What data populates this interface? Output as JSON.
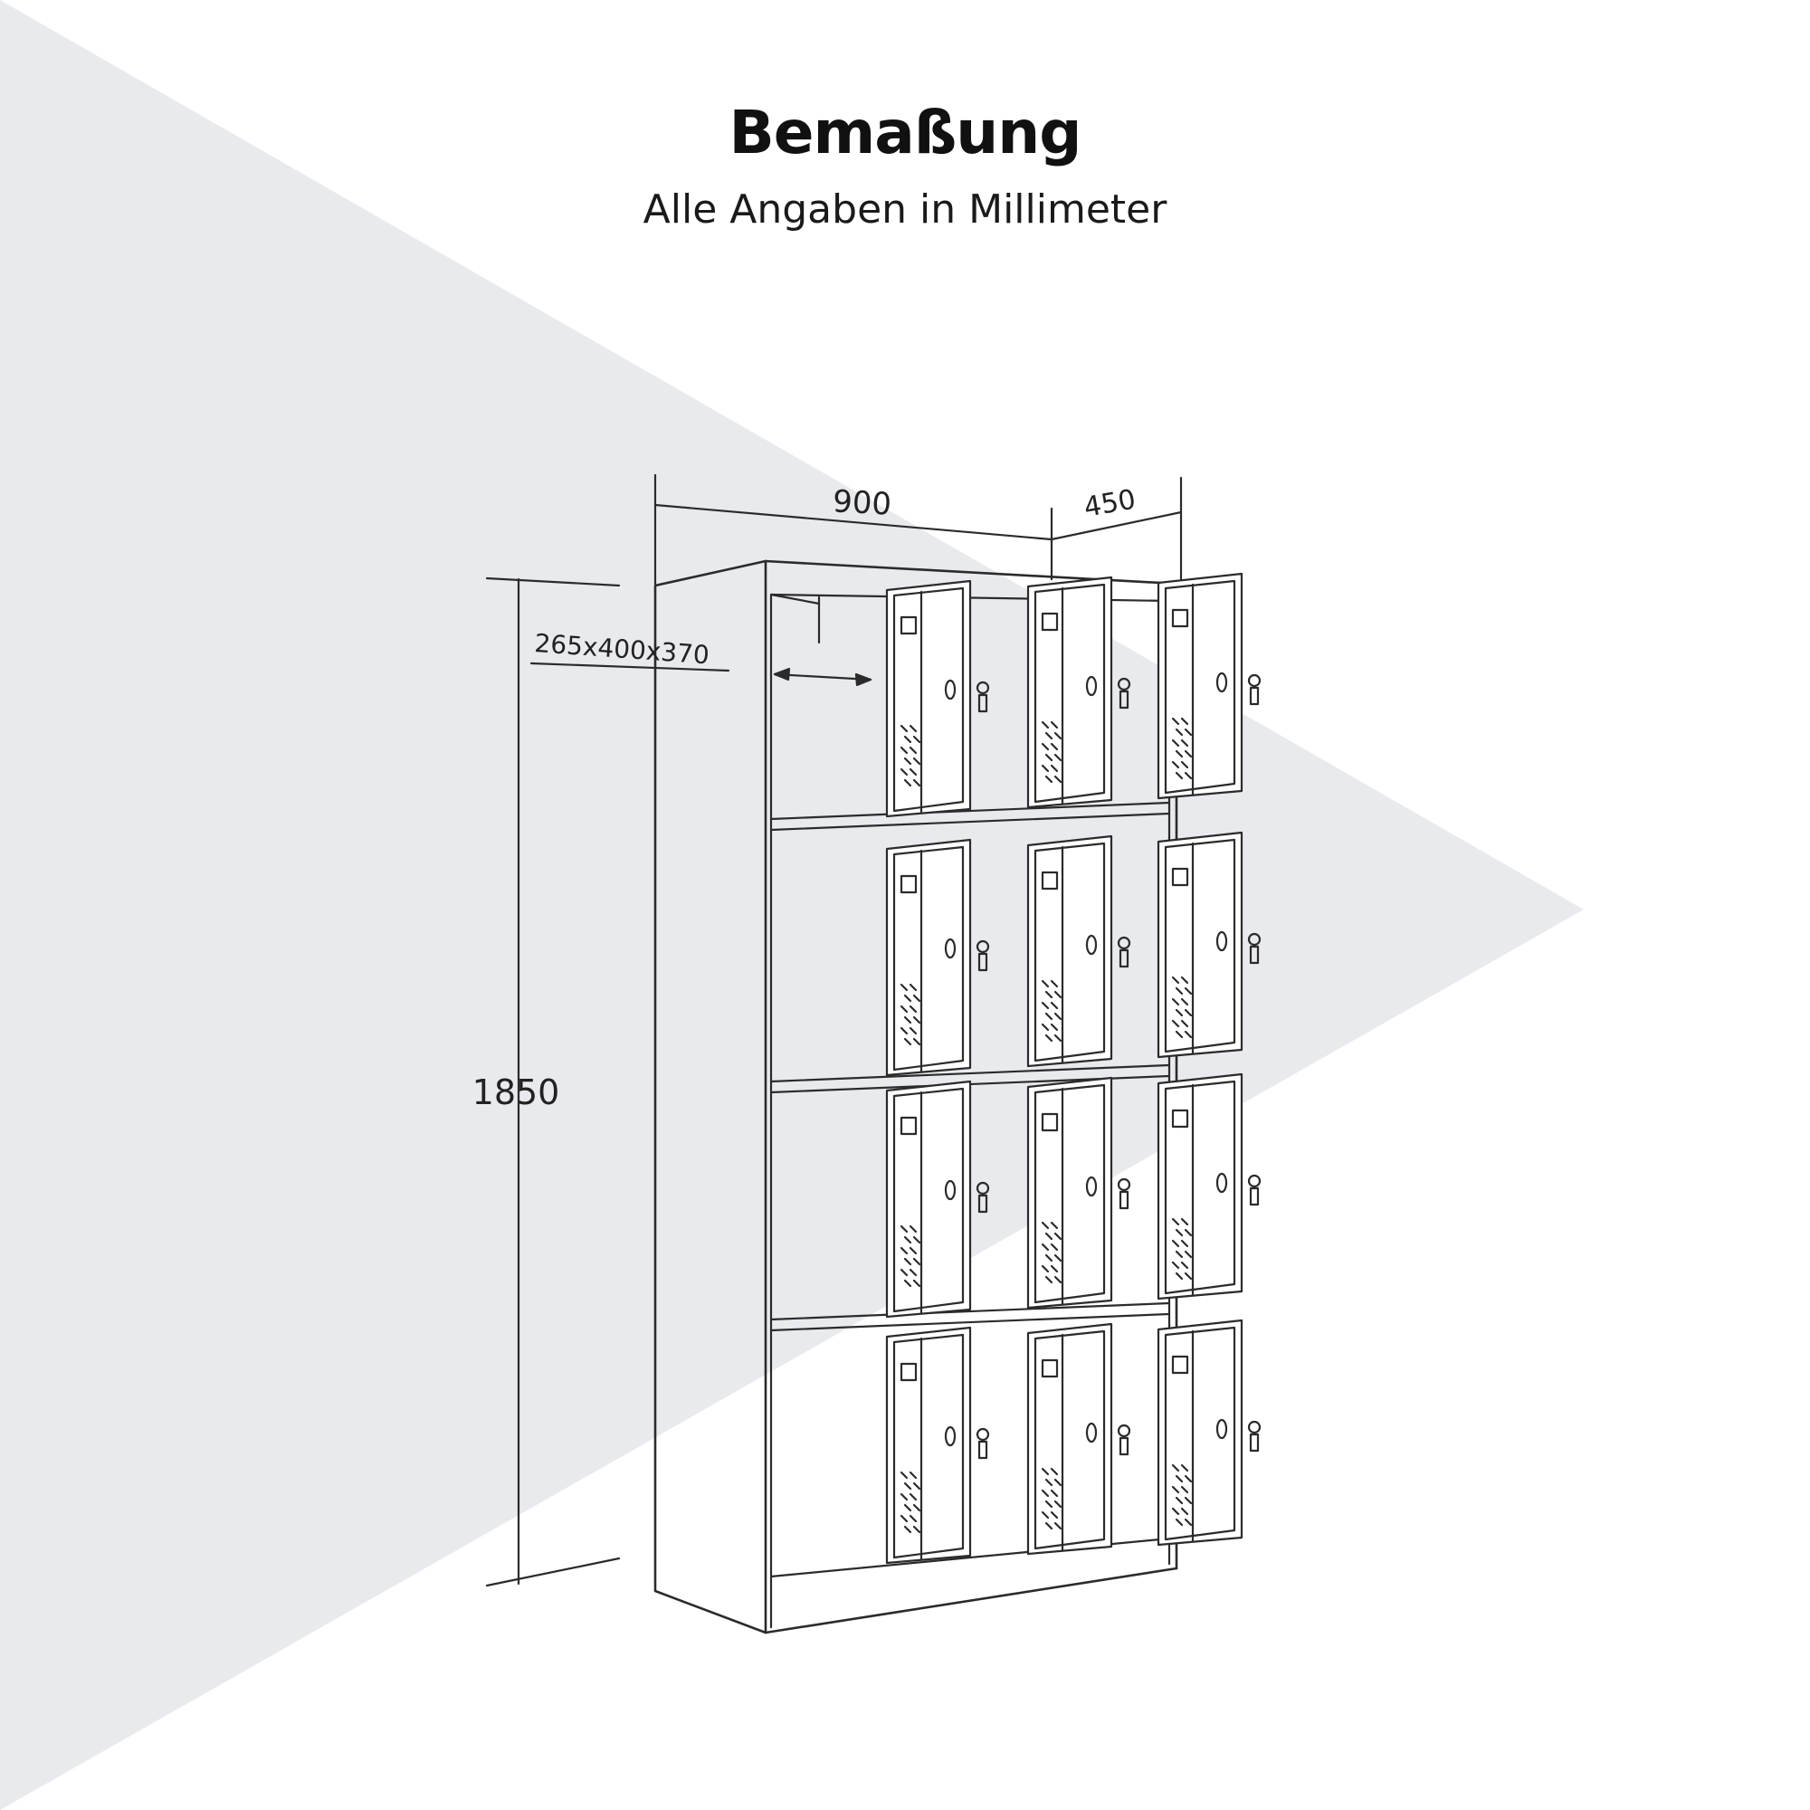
{
  "header": {
    "title": "Bemaßung",
    "subtitle": "Alle Angaben in Millimeter"
  },
  "dimensions": {
    "width": "900",
    "depth": "450",
    "height": "1850",
    "compartment": "265x400x370"
  },
  "cabinet": {
    "columns": 3,
    "rows": 4
  },
  "colors": {
    "background_shape": "#e9eaee",
    "line": "#2b2b2b"
  }
}
